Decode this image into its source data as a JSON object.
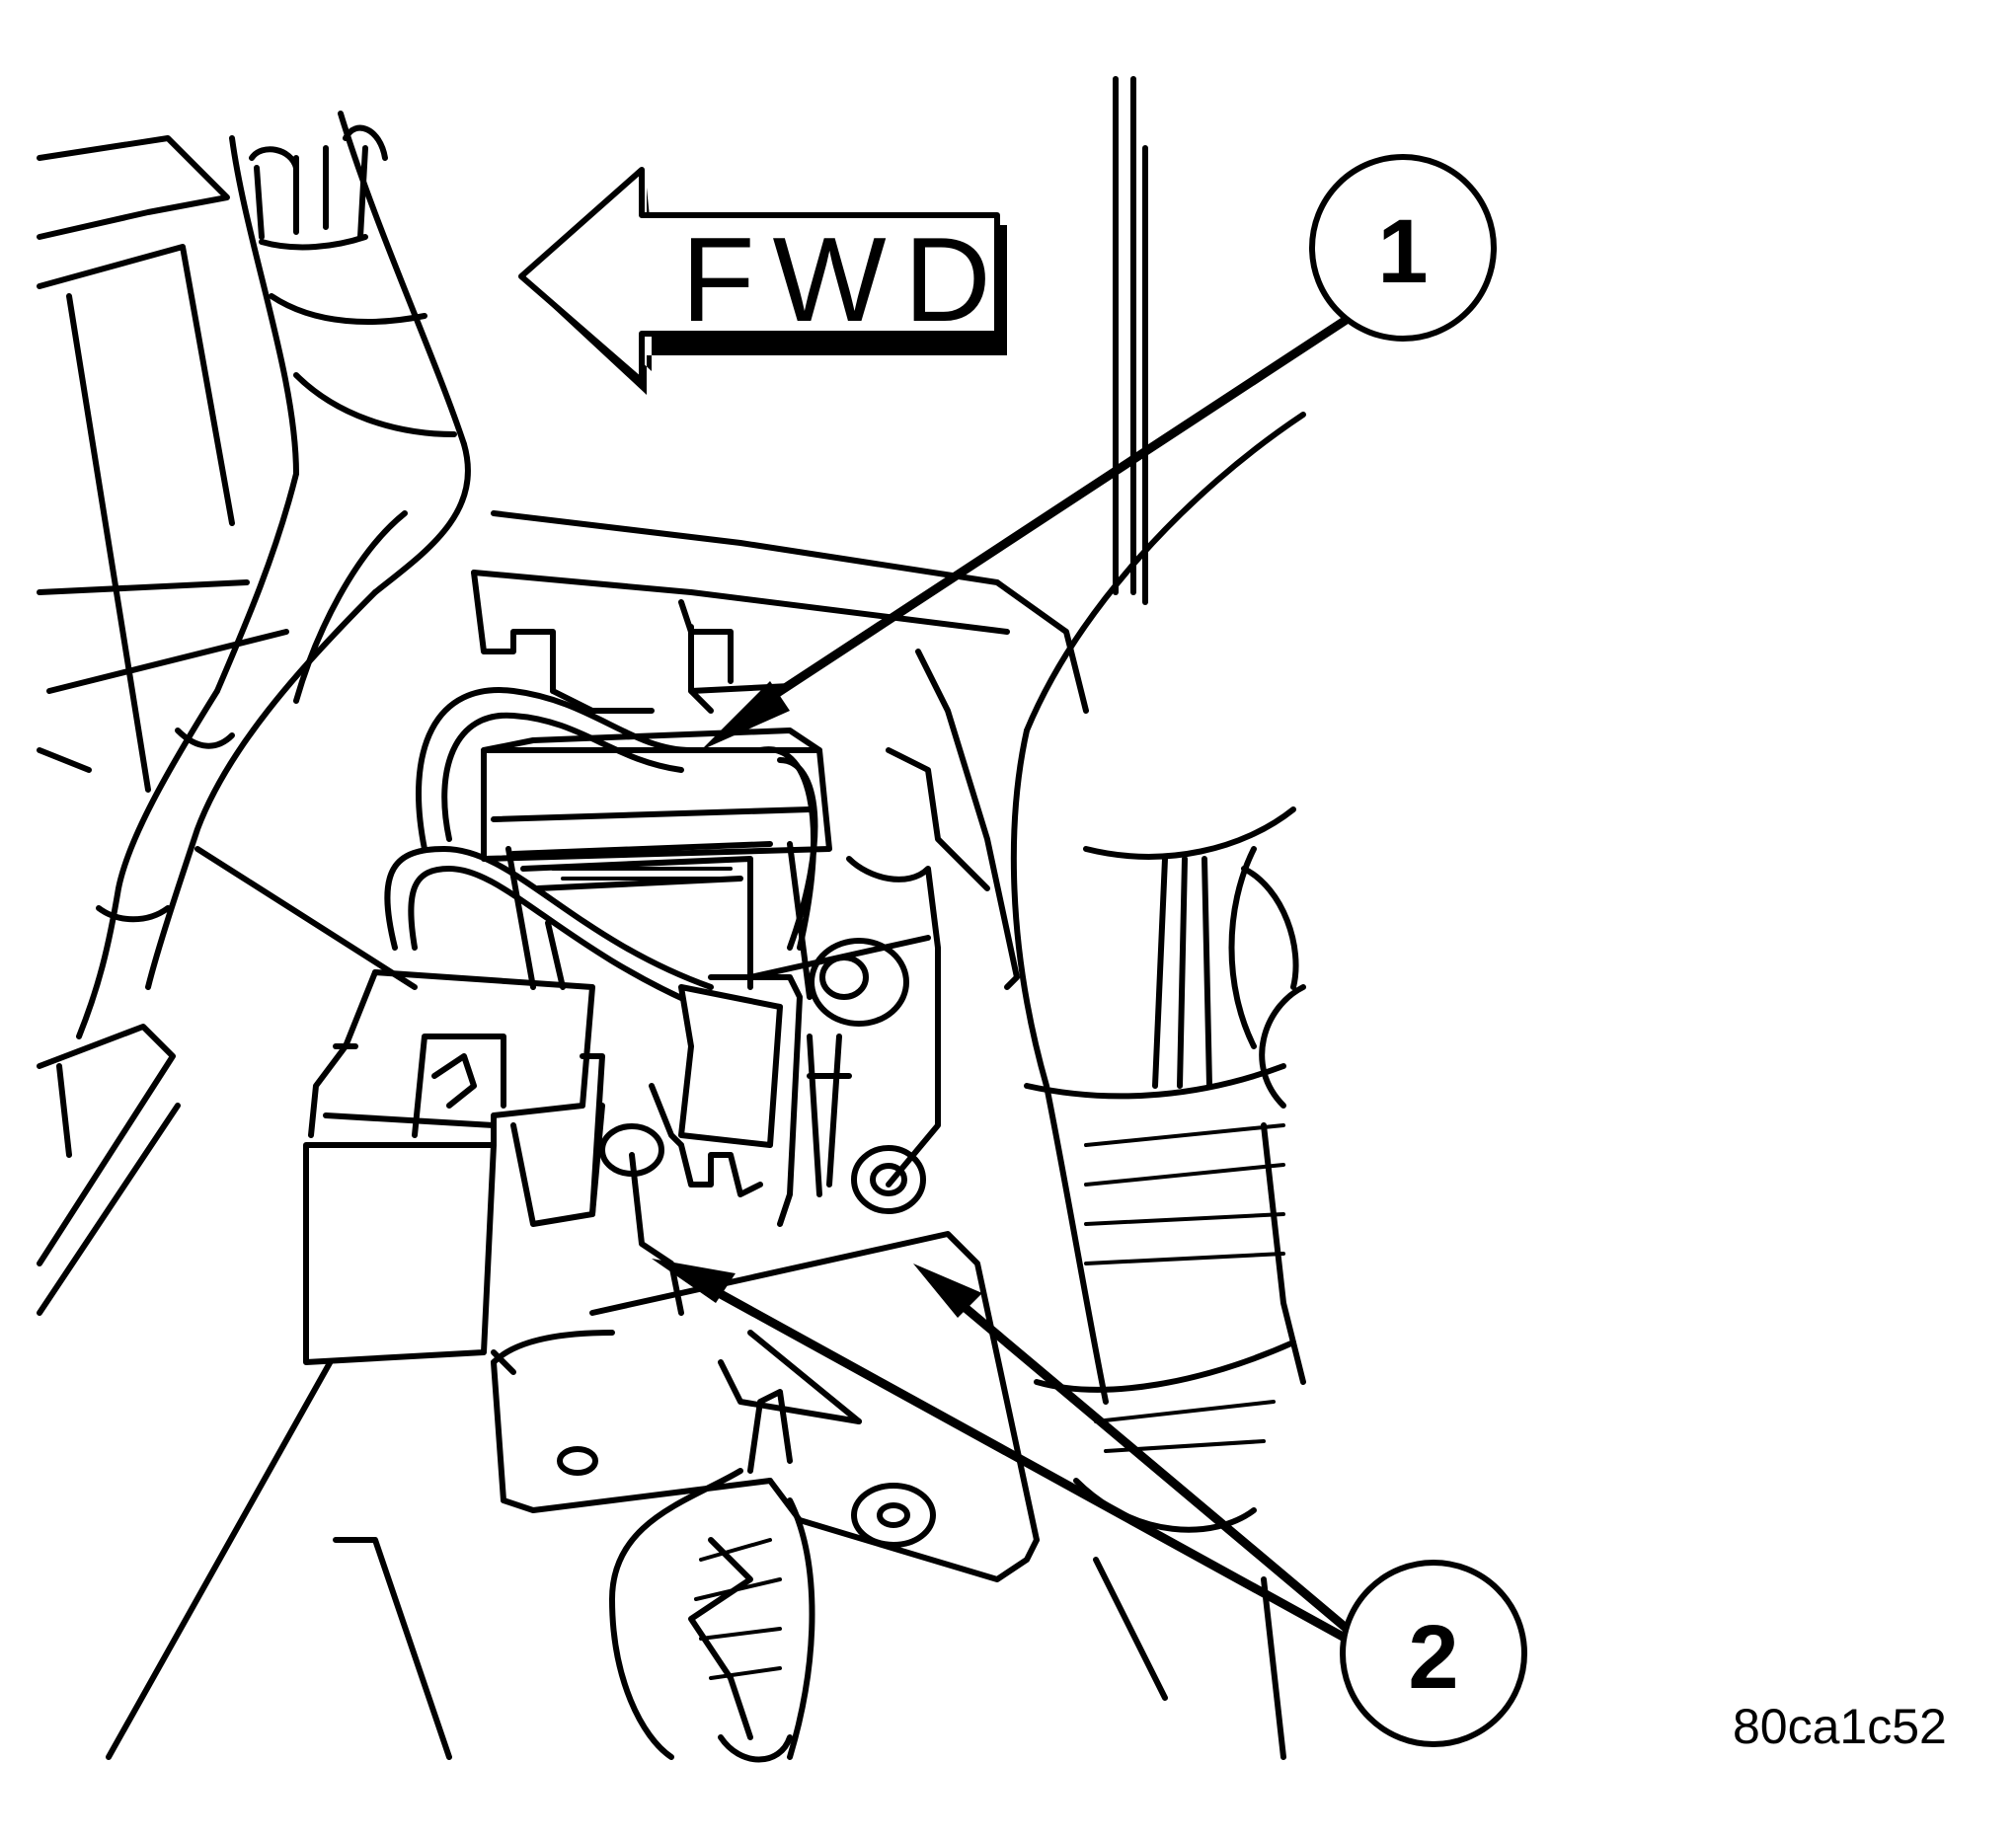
{
  "direction_label": "FWD",
  "callouts": [
    {
      "number": "1"
    },
    {
      "number": "2"
    }
  ],
  "figure_id": "80ca1c52",
  "colors": {
    "line": "#000000",
    "background": "#ffffff"
  }
}
